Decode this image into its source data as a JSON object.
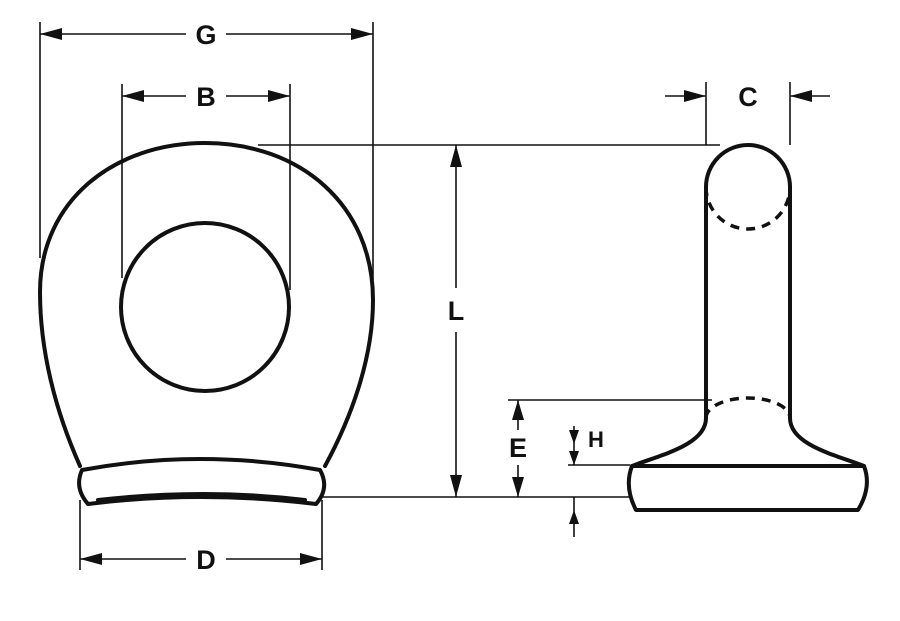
{
  "labels": {
    "G": "G",
    "B": "B",
    "C": "C",
    "L": "L",
    "E": "E",
    "H": "H",
    "D": "D"
  },
  "colors": {
    "ink": "#111111",
    "background": "#ffffff"
  }
}
